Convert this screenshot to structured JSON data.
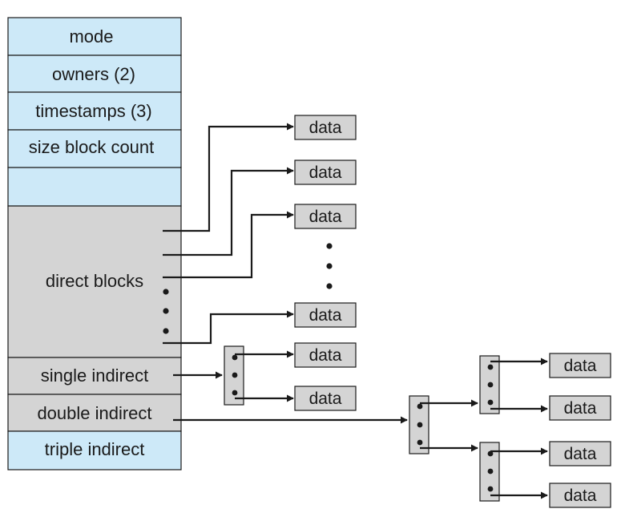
{
  "inode": {
    "mode": "mode",
    "owners": "owners (2)",
    "timestamps": "timestamps (3)",
    "size_block_count": "size block count",
    "direct_blocks": "direct blocks",
    "single_indirect": "single indirect",
    "double_indirect": "double indirect",
    "triple_indirect": "triple indirect"
  },
  "data_label": "data",
  "colors": {
    "inode_header_fill": "#cde9f8",
    "inode_blocks_fill": "#d4d4d4",
    "data_fill": "#d4d4d4",
    "line": "#1a1a1a"
  }
}
